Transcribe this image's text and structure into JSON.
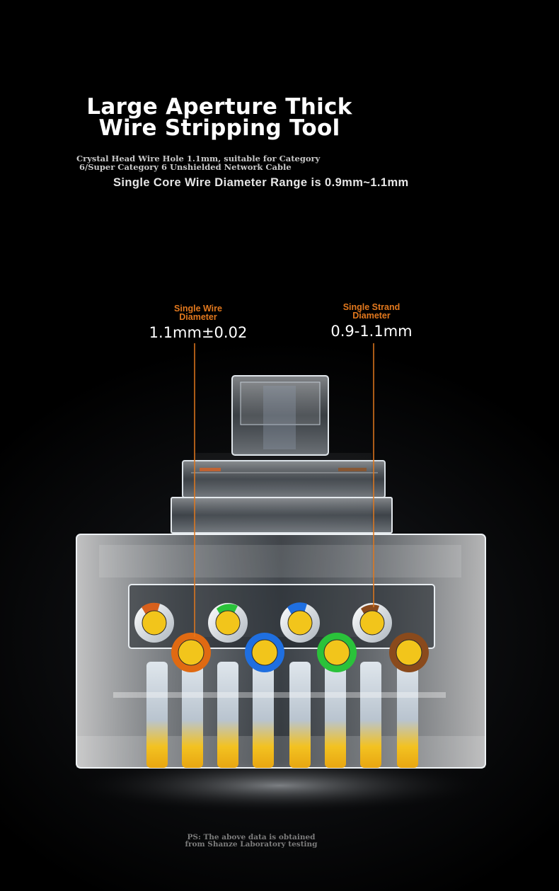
{
  "heading": {
    "line1": "Large Aperture Thick",
    "line2": "Wire Stripping Tool"
  },
  "subheading": {
    "line1": "Crystal Head Wire Hole 1.1mm, suitable for Category",
    "line2": "6/Super Category 6 Unshielded Network Cable"
  },
  "range_text": "Single Core Wire Diameter Range is 0.9mm~1.1mm",
  "callouts": [
    {
      "label_line1": "Single Wire",
      "label_line2": "Diameter",
      "value": "1.1mm±0.02"
    },
    {
      "label_line1": "Single Strand",
      "label_line2": "Diameter",
      "value": "0.9-1.1mm"
    }
  ],
  "footnote": {
    "line1": "PS: The above data is obtained",
    "line2": "from Shanze Laboratory testing"
  },
  "colors": {
    "accent_orange": "#e2781d",
    "conductor_yellow": "#f2c51b",
    "pin_gold": "#f0b81a",
    "wire_orange": "#e06a12",
    "wire_green": "#2ac23a",
    "wire_blue": "#1f6fe0",
    "wire_brown": "#8a4a1c"
  },
  "image": {
    "subject": "RJ45 crystal connector plug front view with 8 color-coded wires",
    "wire_order_top": [
      "white-orange",
      "white-green",
      "white-blue",
      "white-brown"
    ],
    "wire_order_bottom": [
      "orange",
      "blue",
      "green",
      "brown"
    ]
  }
}
